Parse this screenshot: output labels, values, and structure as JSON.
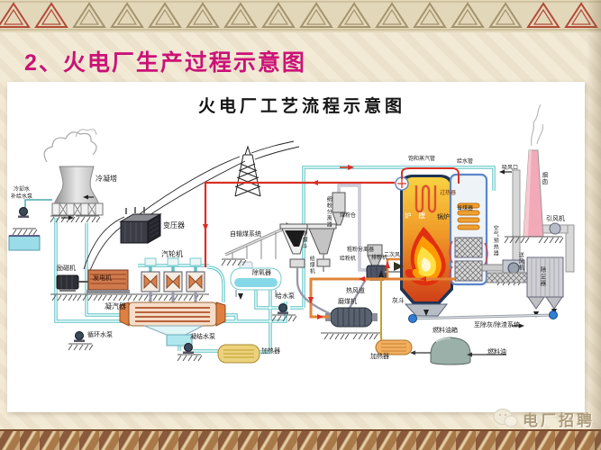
{
  "slide": {
    "title": "2、火电厂生产过程示意图",
    "diagram": {
      "title": "火电厂工艺流程示意图",
      "labels": {
        "cooling_tower": "冷凝塔",
        "makeup_line1": "冷却水",
        "makeup_line2": "补给水泵",
        "transformer": "变压器",
        "exciter": "励磁机",
        "generator": "发电机",
        "steam_turbine": "汽轮机",
        "condenser": "凝汽器",
        "circulating_pump": "循环水泵",
        "condensate_pump": "凝结水泵",
        "lp_heater": "加热器",
        "deaerator": "除氧器",
        "feed_pump": "给水泵",
        "coal_conveyor": "自输煤系统",
        "raw_coal_hopper": "原煤斗",
        "coal_feeder": "给煤机",
        "fine_separator": "细粉分离器",
        "coal_bunker": "煤粉仓",
        "powder_feeder": "给粉机",
        "coarse_separator": "粗粉分离器",
        "mill_exhaust_fan": "排粉机",
        "coal_mill": "磨煤机",
        "hot_air_duct": "热风道",
        "secondary_air": "二次风",
        "ash_hopper": "灰斗",
        "furnace": "炉 膛",
        "boiler": "锅炉",
        "saturated_steam_pipe": "饱和蒸汽管",
        "feed_water_pipe": "给水管",
        "superheater": "过热器",
        "economizer": "省煤器",
        "air_preheater": "空气预热器",
        "forced_draft_fan": "送风机",
        "air_intake": "吸风口",
        "chimney": "烟囱",
        "induced_draft_fan": "引风机",
        "dust_collector": "除尘器",
        "ash_removal": "至除灰/除渣系统",
        "fuel_oil_tank": "燃料油箱",
        "fuel_oil": "燃料油",
        "fuel_oil_heater": "加热器"
      }
    },
    "watermark": {
      "text": "电厂招聘"
    }
  },
  "colors": {
    "title_accent": "#cb1277",
    "slide_background": "#f3ead6",
    "steam_pipe": "#d93025",
    "water_pipe": "#5fc0c4",
    "hot_air": "#e08438",
    "flame_core": "#ffe040",
    "chimney": "#f2aab8"
  }
}
